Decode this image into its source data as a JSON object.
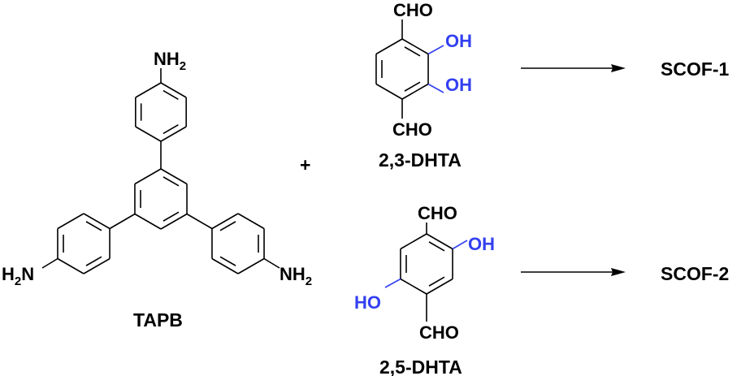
{
  "colors": {
    "bond": "#000000",
    "hydroxyl": "#3340f0"
  },
  "reactants": {
    "tapb": {
      "name": "TAPB",
      "amine_top": "NH",
      "amine_left_h": "H",
      "amine_left_n": "N",
      "amine_right": "NH",
      "subscript": "2"
    },
    "plus": "+",
    "dhta23": {
      "name": "2,3-DHTA",
      "cho_top": "CHO",
      "cho_bottom": "CHO",
      "oh_1": "OH",
      "oh_2": "OH"
    },
    "dhta25": {
      "name": "2,5-DHTA",
      "cho_top": "CHO",
      "cho_bottom": "CHO",
      "oh": "OH",
      "ho": "HO"
    }
  },
  "products": {
    "scof1": "SCOF-1",
    "scof2": "SCOF-2"
  }
}
